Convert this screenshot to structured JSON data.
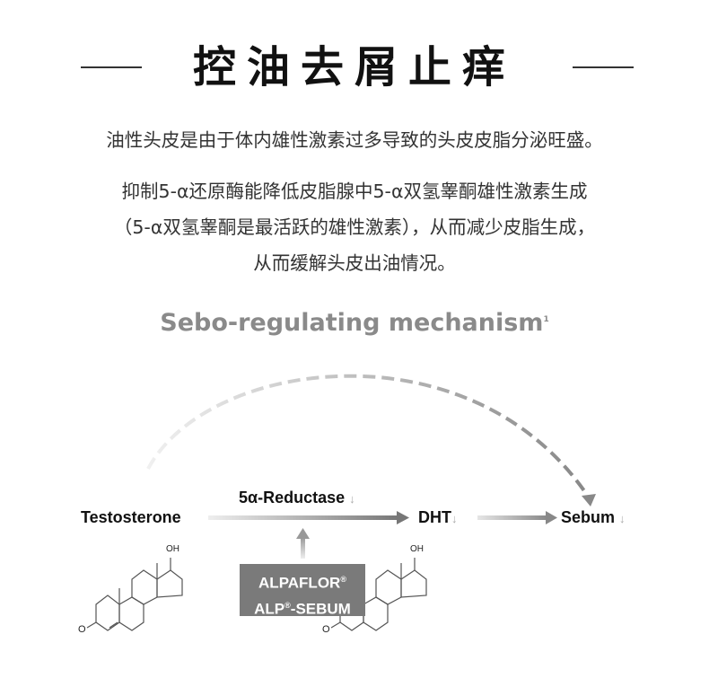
{
  "title": "控油去屑止痒",
  "paragraphs": [
    "油性头皮是由于体内雄性激素过多导致的头皮皮脂分泌旺盛。",
    "抑制5-α还原酶能降低皮脂腺中5-α双氢睾酮雄性激素生成",
    "（5-α双氢睾酮是最活跃的雄性激素），从而减少皮脂生成，",
    "从而缓解头皮出油情况。"
  ],
  "diagram": {
    "heading": "Sebo-regulating mechanism",
    "heading_sup": "1",
    "testosterone": "Testosterone",
    "enzyme": "5α-Reductase",
    "dht": "DHT",
    "sebum": "Sebum",
    "down_arrow": "↓",
    "product_line1": "ALPAFLOR",
    "product_line2_a": "ALP",
    "product_line2_b": "-SEBUM",
    "registered": "®",
    "oh": "OH",
    "o": "O"
  }
}
